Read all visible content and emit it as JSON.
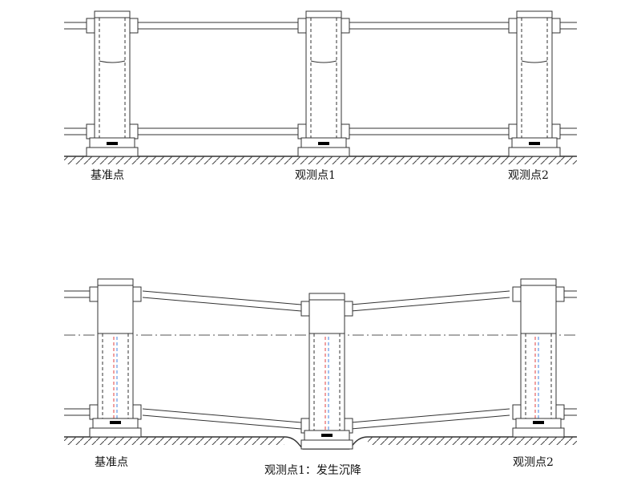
{
  "top_panel": {
    "labels": [
      "基准点",
      "观测点1",
      "观测点2"
    ]
  },
  "bottom_panel": {
    "labels": [
      "基准点",
      "观测点1：发生沉降",
      "观测点2"
    ]
  },
  "colors": {
    "line": "#333333",
    "ground_hatch": "#444444",
    "dash_red": "#e04040",
    "dash_blue": "#4080e0",
    "sensor": "#000000"
  }
}
